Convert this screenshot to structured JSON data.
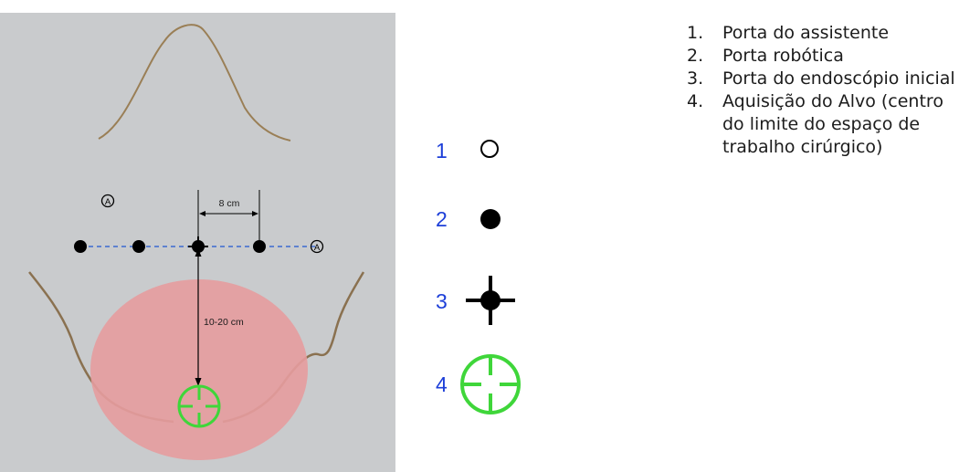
{
  "diagram": {
    "labels": {
      "assistant_marker": "A",
      "dimension_horizontal": "8 cm",
      "dimension_vertical": "10-20 cm"
    },
    "key_numbers": [
      "1",
      "2",
      "3",
      "4"
    ],
    "colors": {
      "body_fill": "#c9cbcd",
      "body_outline": "#8a7150",
      "workspace_area": "#e59c9e",
      "port_line": "#3a6ad2",
      "port_marker": "#000000",
      "target_marker": "#3fd63a",
      "key_numbers": "#1d3fd8"
    },
    "icons": [
      "open-circle-icon",
      "filled-circle-icon",
      "crosshair-icon",
      "target-crosshair-icon"
    ]
  },
  "legend": {
    "items": [
      {
        "number": "1.",
        "text": "Porta do assistente"
      },
      {
        "number": "2.",
        "text": "Porta robótica"
      },
      {
        "number": "3.",
        "text": "Porta do endoscópio inicial"
      },
      {
        "number": "4.",
        "text": "Aquisição do Alvo (centro do limite do espaço de trabalho cirúrgico)"
      }
    ]
  }
}
